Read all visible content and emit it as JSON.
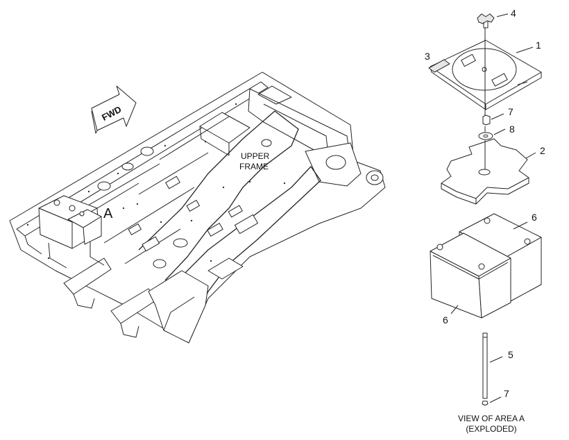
{
  "figure": {
    "direction_label": "FWD",
    "frame_label_line1": "UPPER",
    "frame_label_line2": "FRAME",
    "area_label": "A",
    "view_title_line1": "VIEW OF AREA A",
    "view_title_line2": "(EXPLODED)",
    "callouts": {
      "c1": "1",
      "c2": "2",
      "c3": "3",
      "c4": "4",
      "c5": "5",
      "c6a": "6",
      "c6b": "6",
      "c7a": "7",
      "c7b": "7",
      "c8": "8"
    }
  }
}
